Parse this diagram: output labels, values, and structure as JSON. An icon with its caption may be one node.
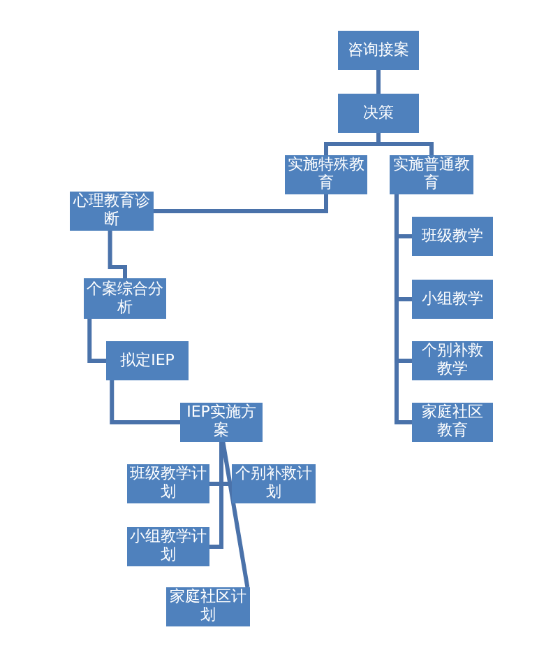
{
  "diagram": {
    "nodes": [
      {
        "text": [
          "咨询接案"
        ]
      },
      {
        "text": [
          "决策"
        ]
      },
      {
        "text": [
          "实施特殊教育"
        ]
      },
      {
        "text": [
          "实施普通教育"
        ]
      },
      {
        "text": [
          "班级教学"
        ]
      },
      {
        "text": [
          "小组教学"
        ]
      },
      {
        "text": [
          "个别补救教学"
        ]
      },
      {
        "text": [
          "家庭社区教育"
        ]
      },
      {
        "text": [
          "心理教育诊断"
        ]
      },
      {
        "text": [
          "个案综合分析"
        ]
      },
      {
        "text": [
          "拟定IEP"
        ]
      },
      {
        "text": [
          "IEP实施方案"
        ]
      },
      {
        "text": [
          "班级教学计划"
        ]
      },
      {
        "text": [
          "个别补救计划"
        ]
      },
      {
        "text": [
          "小组教学计划"
        ]
      },
      {
        "text": [
          "家庭社区计划"
        ]
      }
    ],
    "edges": [
      {
        "from": 0,
        "to": 1,
        "arrow": "none"
      },
      {
        "from": 1,
        "to": 2,
        "arrow": "none"
      },
      {
        "from": 1,
        "to": 3,
        "arrow": "none"
      },
      {
        "from": 2,
        "to": 8,
        "arrow": "none"
      },
      {
        "from": 3,
        "to": 4,
        "arrow": "none"
      },
      {
        "from": 3,
        "to": 5,
        "arrow": "none"
      },
      {
        "from": 3,
        "to": 6,
        "arrow": "none"
      },
      {
        "from": 3,
        "to": 7,
        "arrow": "none"
      },
      {
        "from": 8,
        "to": 9,
        "arrow": "none"
      },
      {
        "from": 9,
        "to": 10,
        "arrow": "none"
      },
      {
        "from": 10,
        "to": 11,
        "arrow": "none"
      },
      {
        "from": 11,
        "to": 12,
        "arrow": "none"
      },
      {
        "from": 11,
        "to": 13,
        "arrow": "none"
      },
      {
        "from": 11,
        "to": 14,
        "arrow": "none"
      },
      {
        "from": 11,
        "to": 15,
        "arrow": "none"
      }
    ]
  }
}
